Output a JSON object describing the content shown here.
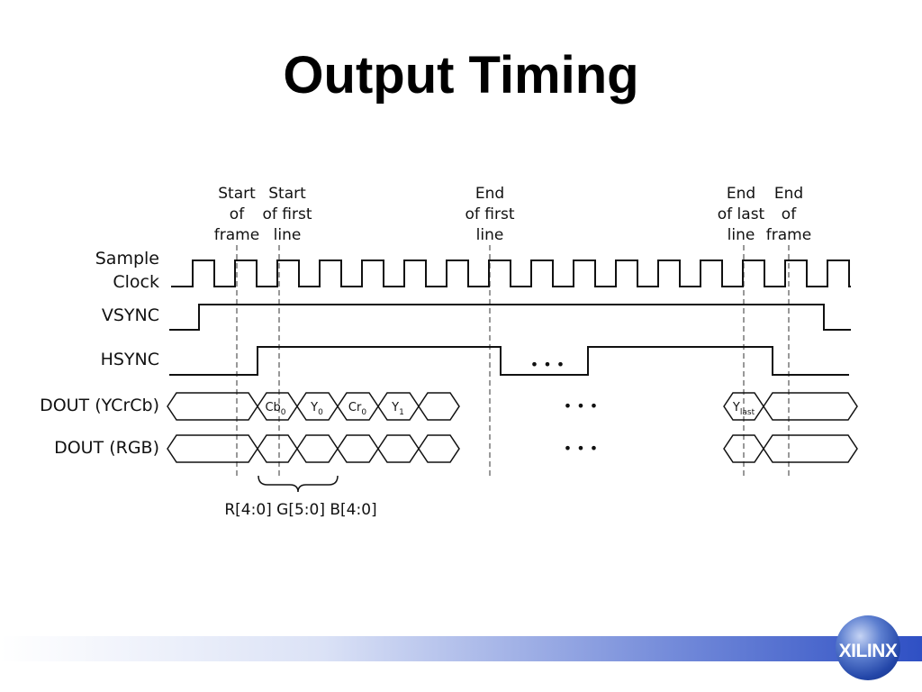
{
  "slide": {
    "title": "Output Timing"
  },
  "markers": [
    {
      "id": "start-of-frame",
      "lines": [
        "Start",
        "of",
        "frame"
      ]
    },
    {
      "id": "start-of-first-line",
      "lines": [
        "Start",
        "of first",
        "line"
      ]
    },
    {
      "id": "end-of-first-line",
      "lines": [
        "End",
        "of first",
        "line"
      ]
    },
    {
      "id": "end-of-last-line",
      "lines": [
        "End",
        "of last",
        "line"
      ]
    },
    {
      "id": "end-of-frame",
      "lines": [
        "End",
        "of",
        "frame"
      ]
    }
  ],
  "signals": {
    "sample_clock": [
      "Sample",
      "Clock"
    ],
    "vsync": "VSYNC",
    "hsync": "HSYNC",
    "dout_ycrcb": "DOUT (YCrCb)",
    "dout_rgb": "DOUT (RGB)"
  },
  "cells": {
    "cb0": {
      "main": "Cb",
      "sub": "0"
    },
    "y0": {
      "main": "Y",
      "sub": "0"
    },
    "cr0": {
      "main": "Cr",
      "sub": "0"
    },
    "y1": {
      "main": "Y",
      "sub": "1"
    },
    "ylast": {
      "main": "Y",
      "sub": "last"
    }
  },
  "ellipsis": "• • •",
  "rgb_bus": "R[4:0] G[5:0] B[4:0]",
  "logo": "XILINX"
}
